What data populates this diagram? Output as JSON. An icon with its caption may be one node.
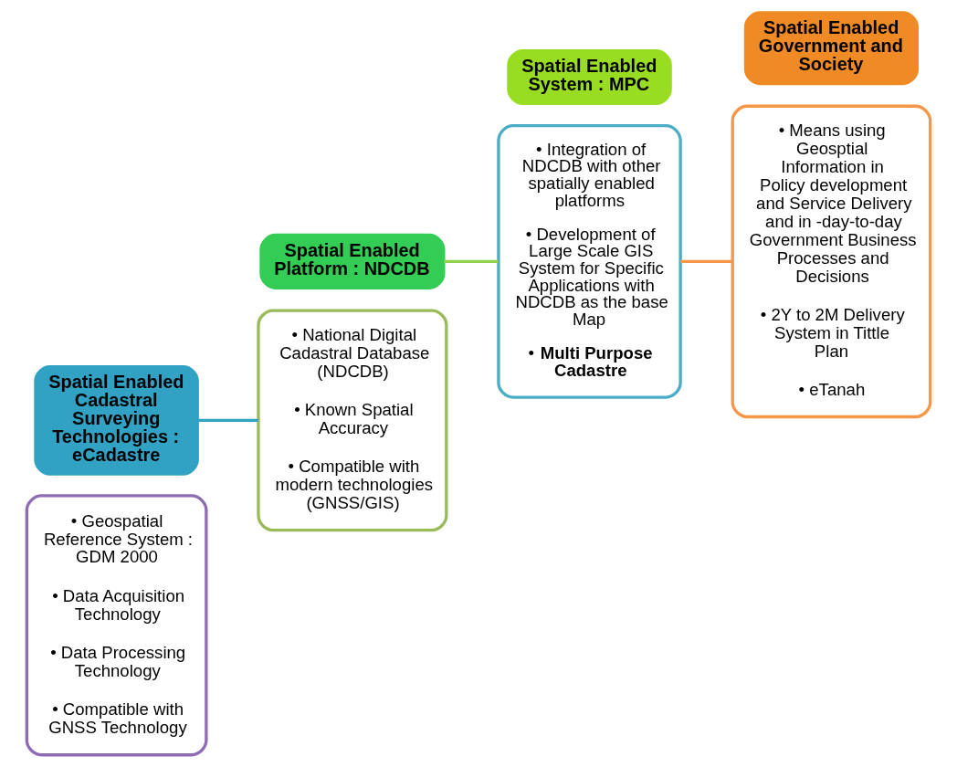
{
  "diagram": {
    "nodes": [
      {
        "text": [
          "• Geospatial Reference System : GDM 2000",
          "• Data Acquisition Technology",
          "• Data Processing Technology",
          "• Compatible with GNSS Technology"
        ]
      },
      {
        "text": [
          "Spatial Enabled Cadastral Surveying Technologies : eCadastre"
        ]
      },
      {
        "text": [
          "Spatial Enabled Platform : NDCDB"
        ]
      },
      {
        "text": [
          "• National Digital Cadastral Database (NDCDB)",
          "• Known Spatial Accuracy",
          "• Compatible with modern technologies (GNSS/GIS)"
        ]
      },
      {
        "text": [
          "• Integration of NDCDB with other spatially enabled platforms",
          "• Development of Large Scale GIS System for Specific Applications with NDCDB as the base Map",
          "• **Multi Purpose Cadastre**"
        ]
      },
      {
        "text": [
          "Spatial Enabled System : MPC"
        ]
      },
      {
        "text": [
          "Spatial Enabled Government and Society"
        ]
      },
      {
        "text": [
          "• Means using Geosptial Information in Policy development and Service Delivery and in -day-to-day Government Business Processes and Decisions",
          "• 2Y to 2M Delivery System in Tittle Plan",
          "• eTanah"
        ]
      }
    ],
    "edges": [
      {
        "from": 1,
        "to": 3,
        "arrow": "none",
        "color": "#31a2c4"
      },
      {
        "from": 2,
        "to": 4,
        "arrow": "none",
        "color": "#92d050"
      },
      {
        "from": 4,
        "to": 7,
        "arrow": "none",
        "color": "#f79646"
      }
    ]
  }
}
